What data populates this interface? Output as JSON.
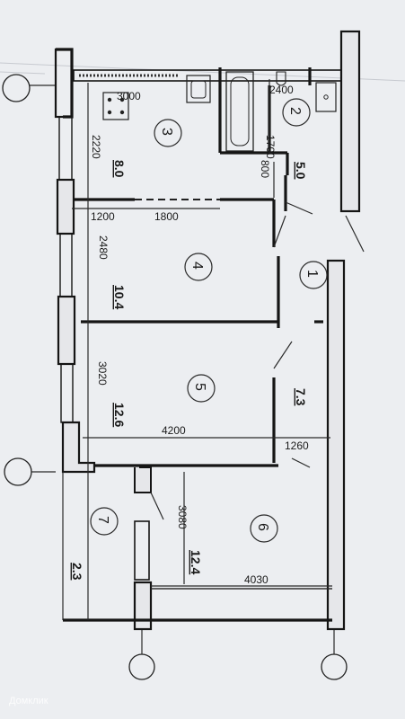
{
  "dimensions": {
    "d3000": "3000",
    "d2400": "2400",
    "d1700": "1700",
    "d2220": "2220",
    "d800": "800",
    "d1200": "1200",
    "d1800": "1800",
    "d2480": "2480",
    "d3020": "3020",
    "d4200": "4200",
    "d1260": "1260",
    "d3080": "3080",
    "d4030": "4030"
  },
  "rooms": [
    {
      "number": "1",
      "area": ""
    },
    {
      "number": "2",
      "area": "5.0"
    },
    {
      "number": "3",
      "area": "8.0"
    },
    {
      "number": "4",
      "area": "10.4"
    },
    {
      "number": "5",
      "area": "12.6"
    },
    {
      "number": "6",
      "area": "12.4"
    },
    {
      "number": "7",
      "area": "2.3"
    }
  ],
  "corridor_area": "7.3",
  "watermark": "Домклик"
}
